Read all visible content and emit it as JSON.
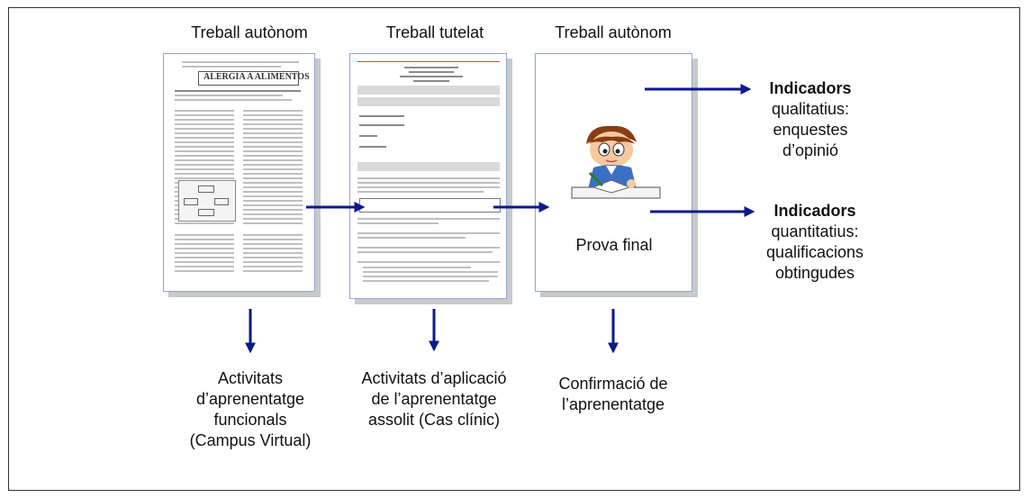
{
  "columns": [
    {
      "title": "Treball autònom",
      "caption": [
        "Activitats",
        "d’aprenentatge",
        "funcionals",
        "(Campus Virtual)"
      ]
    },
    {
      "title": "Treball tutelat",
      "caption": [
        "Activitats d’aplicació",
        "de l’aprenentatge",
        "assolit (Cas clínic)"
      ]
    },
    {
      "title": "Treball autònom",
      "caption": [
        "Confirmació de",
        "l’aprenentatge"
      ]
    }
  ],
  "doc1": {
    "heading": "ALERGIA A ALIMENTOS"
  },
  "final_exam_label": "Prova final",
  "indicators": [
    {
      "bold": "Indicadors",
      "lines": [
        "qualitatius:",
        "enquestes",
        "d’opinió"
      ]
    },
    {
      "bold": "Indicadors",
      "lines": [
        "quantitatius:",
        "qualificacions",
        "obtingudes"
      ]
    }
  ],
  "colors": {
    "arrow": "#0a1a8c",
    "page_border": "#8fa6d6"
  }
}
